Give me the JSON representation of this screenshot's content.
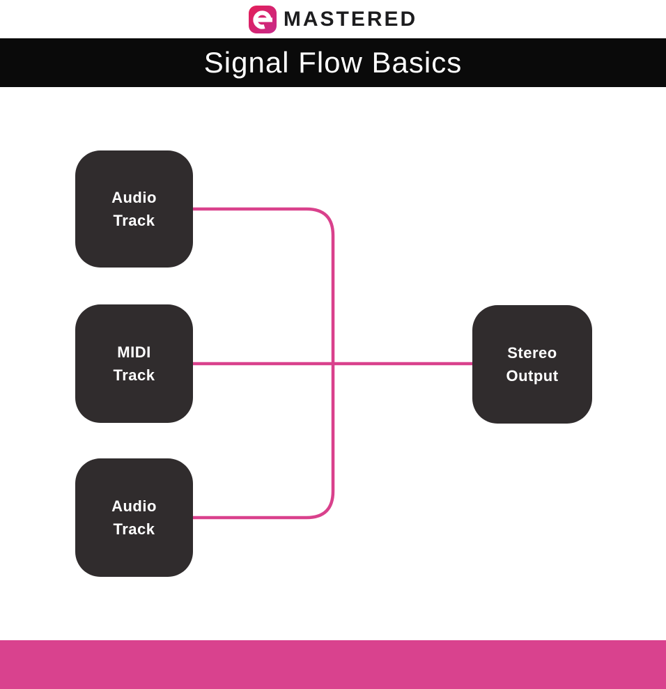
{
  "header": {
    "brand": "MASTERED"
  },
  "title_bar": {
    "title": "Signal Flow Basics"
  },
  "diagram": {
    "nodes": [
      {
        "id": "audio-track-1",
        "line1": "Audio",
        "line2": "Track"
      },
      {
        "id": "midi-track",
        "line1": "MIDI",
        "line2": "Track"
      },
      {
        "id": "audio-track-2",
        "line1": "Audio",
        "line2": "Track"
      },
      {
        "id": "stereo-output",
        "line1": "Stereo",
        "line2": "Output"
      }
    ],
    "connections": [
      {
        "from": "audio-track-1",
        "to": "stereo-output"
      },
      {
        "from": "midi-track",
        "to": "stereo-output"
      },
      {
        "from": "audio-track-2",
        "to": "stereo-output"
      }
    ]
  },
  "colors": {
    "connector_pink": "#d9418c",
    "footer_pink": "#d9428e",
    "node_dark": "#302c2d",
    "title_bar_black": "#0a0a0a",
    "logo_gradient_start": "#e41e57",
    "logo_gradient_end": "#c62a8a"
  }
}
